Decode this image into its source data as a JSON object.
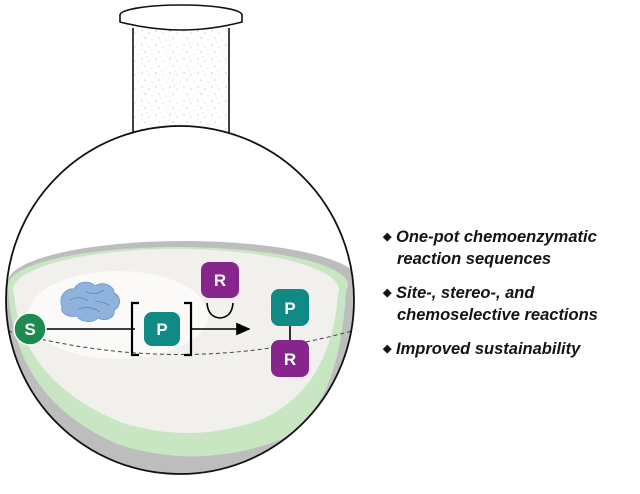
{
  "diagram": {
    "nodes": {
      "substrate": "S",
      "intermediate": "P",
      "reagent": "R",
      "product_top": "P",
      "product_bottom": "R"
    },
    "colors": {
      "substrate": "#1e8a4e",
      "intermediate": "#0f8a84",
      "reagent": "#86268c",
      "enzyme": "#8fb3dc",
      "liquid_light": "#f2f0ec",
      "liquid_green": "#c9e6c3",
      "liquid_grey": "#bdbdbd"
    },
    "bullets": [
      {
        "marker": "◆",
        "lines": [
          "One-pot chemoenzymatic",
          "reaction sequences"
        ]
      },
      {
        "marker": "◆",
        "lines": [
          "Site-, stereo-, and",
          "chemoselective reactions"
        ]
      },
      {
        "marker": "◆",
        "lines": [
          "Improved sustainability"
        ]
      }
    ]
  }
}
